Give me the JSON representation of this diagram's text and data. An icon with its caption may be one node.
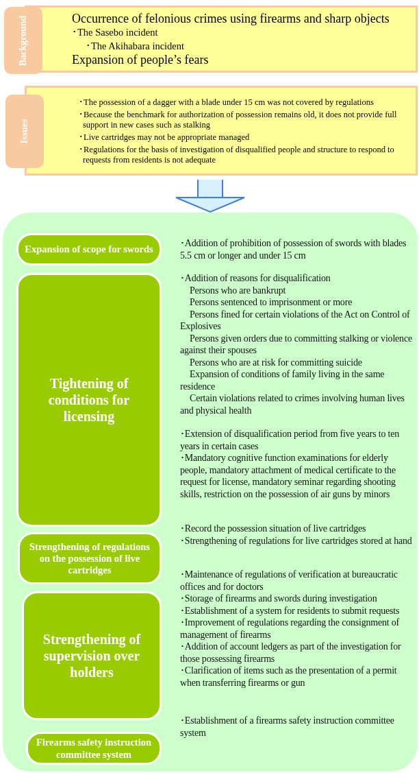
{
  "diagram": {
    "nodes": [
      {
        "text": [
          "Occurrence of felonious crimes using firearms and sharp objects",
          "･The Sasebo incident",
          "･The Akihabara incident",
          "Expansion of people’s fears"
        ]
      },
      {
        "text": [
          "Background"
        ]
      },
      {
        "text": [
          "･The possession of a dagger with a blade under 15 cm was not covered by regulations",
          "･Because the benchmark for authorization of possession remains old, it does not provide full support in new cases such as stalking",
          "･Live cartridges may not be appropriate managed",
          "･Regulations for the basis of investigation of disqualified people and structure to respond to requests from residents is not adequate"
        ]
      },
      {
        "text": [
          "Issues"
        ]
      },
      {
        "text": [],
        "shape": "box"
      },
      {
        "text": [
          "Expansion of scope for swords"
        ],
        "in": 4,
        "beside": [
          "･Addition of prohibition of possession of swords with blades 5.5 cm or longer and under 15 cm"
        ]
      },
      {
        "text": [
          "Tightening of conditions for licensing"
        ],
        "in": 4,
        "beside": [
          "･Addition of reasons for disqualification",
          "Persons who are bankrupt",
          "Persons sentenced to imprisonment or more",
          "Persons fined for certain violations of the Act on Control of Explosives",
          "Persons given orders due to committing stalking or violence against their spouses",
          "Persons who are at risk for committing suicide",
          "Expansion of conditions of family living in the same residence",
          "Certain violations related to crimes involving human lives and physical health",
          "･Extension of disqualification period from five years to ten years in certain cases",
          "･Mandatory cognitive function examinations for elderly people, mandatory attachment of medical certificate to the request for license, mandatory seminar regarding shooting skills, restriction on the possession of air guns by minors"
        ]
      },
      {
        "text": [
          "Strengthening of regulations on the possession of live cartridges"
        ],
        "in": 4,
        "beside": [
          "･Record the possession situation of live cartridges",
          "･Strengthening of regulations for live cartridges stored at hand"
        ]
      },
      {
        "text": [
          "Strengthening of supervision over holders"
        ],
        "in": 4,
        "beside": [
          "･Maintenance of regulations of verification at bureaucratic offices and for doctors",
          "･Storage of firearms and swords during investigation",
          "･Establishment of a system for residents to submit requests",
          "･Improvement of regulations regarding the consignment of management of firearms",
          "･Addition of account ledgers as part of the investigation for those possessing firearms",
          "･Clarification of items such as the presentation of a permit when transferring firearms or gun"
        ]
      },
      {
        "text": [
          "Firearms safety instruction committee system"
        ],
        "in": 4,
        "beside": [
          "･Establishment of a firearms safety instruction committee system"
        ]
      }
    ],
    "edges": [
      {
        "from": 2,
        "to": 4,
        "arrow": "to"
      }
    ]
  }
}
